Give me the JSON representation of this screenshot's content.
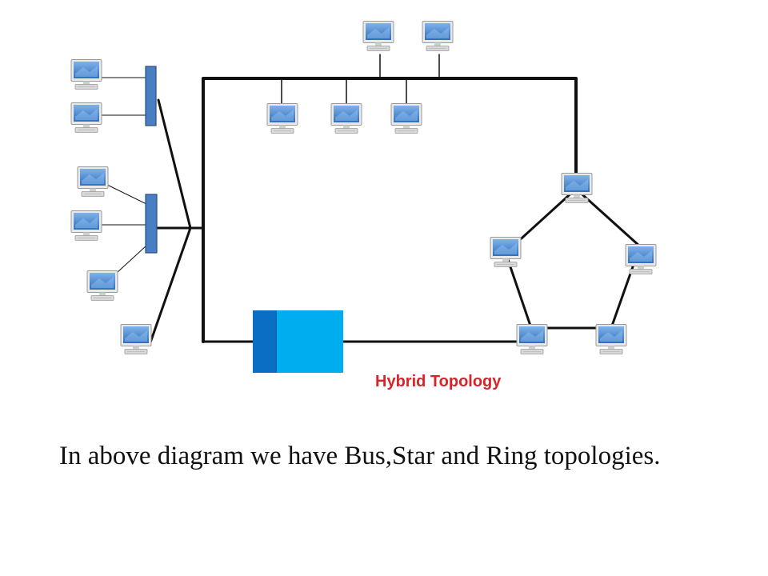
{
  "diagram": {
    "title": "Hybrid Topology",
    "title_color": "#d6252a",
    "colors": {
      "cable": "#111111",
      "hub_fill": "#4a7ec2",
      "hub_stroke": "#2b4e86",
      "switch_front": "#0a6fc4",
      "switch_body": "#00aeef",
      "monitor_screen": "#4f8fd6",
      "monitor_body": "#e6e6e6"
    },
    "segments": [
      "bus",
      "star",
      "ring"
    ],
    "icons": {
      "computer": "computer-icon",
      "hub": "hub-icon",
      "switch": "switch-icon"
    }
  },
  "caption": "In above diagram we have Bus,Star and Ring topologies."
}
